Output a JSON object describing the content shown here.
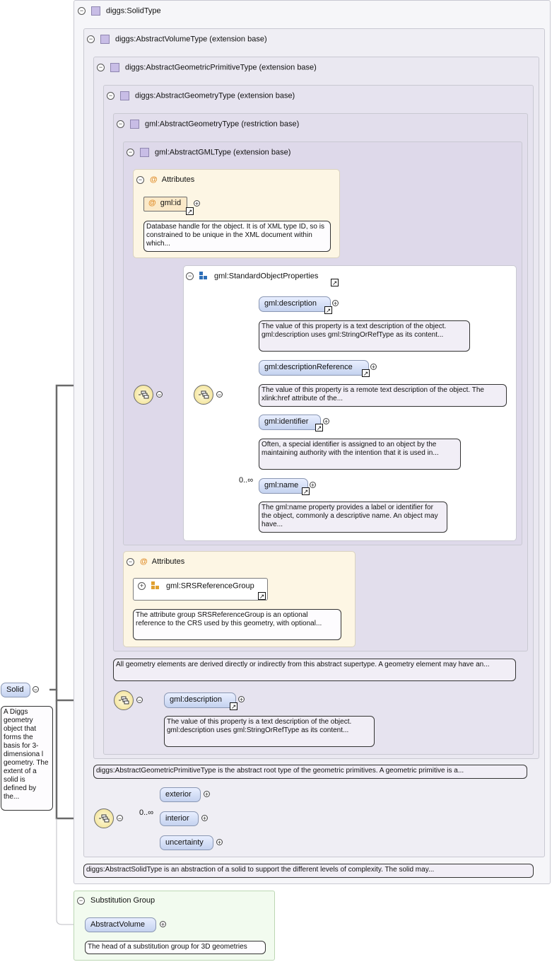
{
  "panels": {
    "solid_type": "diggs:SolidType",
    "abstract_volume_type": "diggs:AbstractVolumeType (extension base)",
    "abstract_geometric_primitive_type": "diggs:AbstractGeometricPrimitiveType (extension base)",
    "abstract_geometry_type_diggs": "diggs:AbstractGeometryType (extension base)",
    "abstract_geometry_type_gml": "gml:AbstractGeometryType (restriction base)",
    "abstract_gml_type": "gml:AbstractGMLType (extension base)",
    "attributes_1": "Attributes",
    "attributes_2": "Attributes",
    "standard_object_properties": "gml:StandardObjectProperties",
    "substitution_group": "Substitution Group"
  },
  "nodes": {
    "gml_id": {
      "label": "gml:id",
      "desc": "Database handle for the object. It is of XML type ID, so is constrained to be unique in the XML document within which..."
    },
    "gml_description_1": {
      "label": "gml:description",
      "desc": "The value of this property is a text description of the object. gml:description uses gml:StringOrRefType as its content..."
    },
    "gml_description_reference": {
      "label": "gml:descriptionReference",
      "desc": "The value of this property is a remote text description of the object. The xlink:href attribute of the..."
    },
    "gml_identifier": {
      "label": "gml:identifier",
      "desc": "Often, a special identifier is assigned to an object by the maintaining authority with the intention that it is used in..."
    },
    "gml_name": {
      "label": "gml:name",
      "multiplicity": "0..∞",
      "desc": "The gml:name property provides a label or identifier for the object, commonly a descriptive name. An object may have..."
    },
    "srs_reference_group": {
      "label": "gml:SRSReferenceGroup",
      "desc": "The attribute group SRSReferenceGroup is an optional reference to the CRS used by this geometry, with optional..."
    },
    "gml_description_2": {
      "label": "gml:description",
      "desc": "The value of this property is a text description of the object. gml:description uses gml:StringOrRefType as its content..."
    },
    "exterior": {
      "label": "exterior"
    },
    "interior": {
      "label": "interior",
      "multiplicity": "0..∞"
    },
    "uncertainty": {
      "label": "uncertainty"
    },
    "solid": {
      "label": "Solid",
      "desc": "A Diggs geometry object that forms the basis for 3-dimensiona l geometry. The extent of a solid is defined by the..."
    },
    "abstract_volume": {
      "label": "AbstractVolume",
      "desc": "The head of a substitution group for 3D geometries"
    }
  },
  "annotations": {
    "abstract_geometry": "All geometry elements are derived directly or indirectly from this abstract supertype. A geometry element may have an...",
    "abstract_geometric_primitive": "diggs:AbstractGeometricPrimitiveType is the abstract root type of the geometric primitives. A geometric primitive is a...",
    "abstract_solid": "diggs:AbstractSolidType is an abstraction of a solid to support the different levels of complexity. The solid may..."
  },
  "colors": {
    "node_gradient_top": "#e9efff",
    "node_gradient_bottom": "#c4d2ef",
    "attribute_panel": "#fdf6e4",
    "substitution_panel": "#f2fbef",
    "type_square": "#c8bde6",
    "attribute_at_sign": "#e08d2a"
  }
}
